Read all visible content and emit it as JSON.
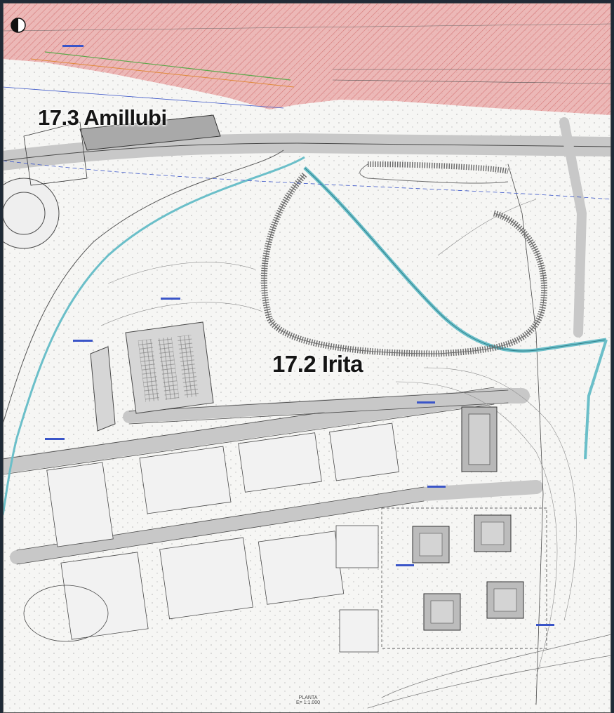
{
  "map": {
    "zones": [
      {
        "id": "amillubi",
        "label": "17.3 Amillubi"
      },
      {
        "id": "irita",
        "label": "17.2 Irita"
      }
    ],
    "plan_title": "PLANTA",
    "plan_scale": "E= 1:1.000",
    "colors": {
      "road_band": "#e8a3a3",
      "road_hatch": "#cc5d5d",
      "river": "#6bbfc9",
      "pavement": "#c8c8c8",
      "linework": "#4a4a4a",
      "survey_text": "#3a55c8",
      "background": "#f6f6f4"
    },
    "icons": [
      "north-arrow-icon"
    ]
  }
}
